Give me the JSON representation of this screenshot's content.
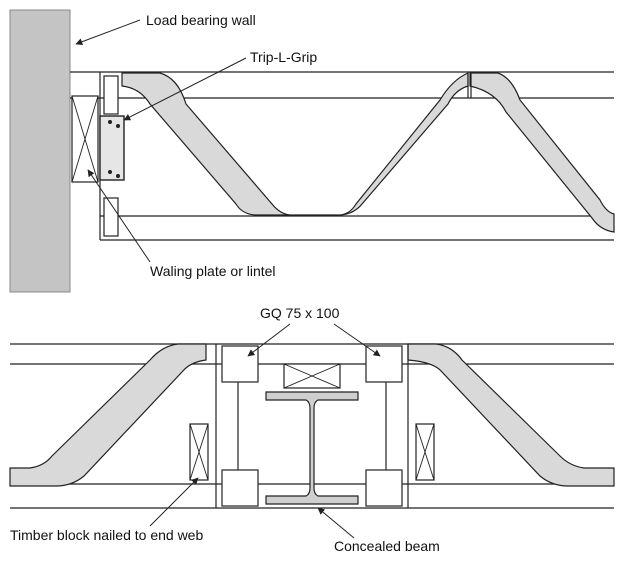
{
  "labels": {
    "load_bearing_wall": "Load bearing wall",
    "trip_l_grip": "Trip-L-Grip",
    "waling_plate": "Waling plate or lintel",
    "gq": "GQ 75 x 100",
    "timber_block": "Timber block nailed to end web",
    "concealed_beam": "Concealed beam"
  },
  "colors": {
    "wall": "#c4c4c4",
    "web": "#d9d9d9",
    "line": "#222222"
  }
}
